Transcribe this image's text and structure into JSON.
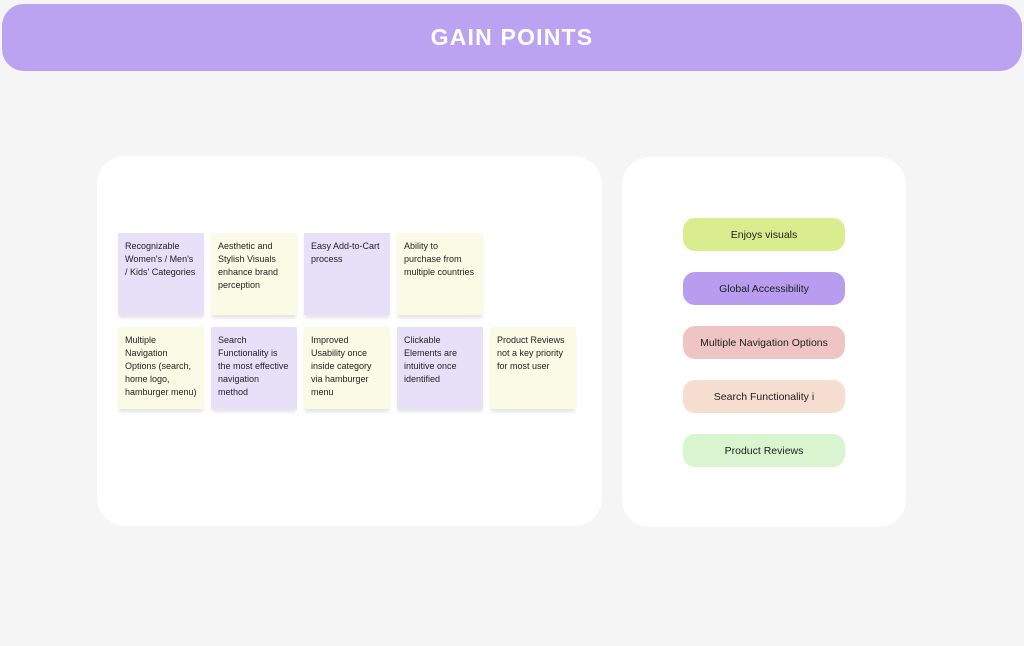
{
  "header": {
    "title": "GAIN POINTS",
    "bg_color": "#BBA3F2",
    "text_color": "#FFFFFF"
  },
  "canvas": {
    "bg_color": "#F5F5F5",
    "panel_color": "#FFFFFF"
  },
  "left_panel": {
    "rows": [
      {
        "notes": [
          {
            "text": "Recognizable Women's / Men's / Kids' Categories",
            "color": "#E7E0F9"
          },
          {
            "text": "Aesthetic and Stylish Visuals enhance brand perception",
            "color": "#FAFBE5"
          },
          {
            "text": "Easy Add-to-Cart process",
            "color": "#E7E0F9"
          },
          {
            "text": "Ability to purchase from multiple countries",
            "color": "#FAFBE5"
          }
        ]
      },
      {
        "notes": [
          {
            "text": "Multiple Navigation Options (search, home logo, hamburger menu)",
            "color": "#FAFBE5"
          },
          {
            "text": "Search Functionality is the most effective navigation method",
            "color": "#E7E0F9"
          },
          {
            "text": "Improved Usability once inside category via hamburger menu",
            "color": "#FAFBE5"
          },
          {
            "text": "Clickable Elements are intuitive once identified",
            "color": "#E7E0F9"
          },
          {
            "text": "Product Reviews not a key priority for most user",
            "color": "#FAFBE5"
          }
        ]
      }
    ]
  },
  "right_panel": {
    "pills": [
      {
        "label": "Enjoys visuals",
        "color": "#D9ED8E"
      },
      {
        "label": "Global Accessibility",
        "color": "#B79CF0"
      },
      {
        "label": "Multiple Navigation Options",
        "color": "#EFC4C5"
      },
      {
        "label": "Search Functionality i",
        "color": "#F5DDD0"
      },
      {
        "label": "Product Reviews",
        "color": "#D8F5D0"
      }
    ]
  }
}
